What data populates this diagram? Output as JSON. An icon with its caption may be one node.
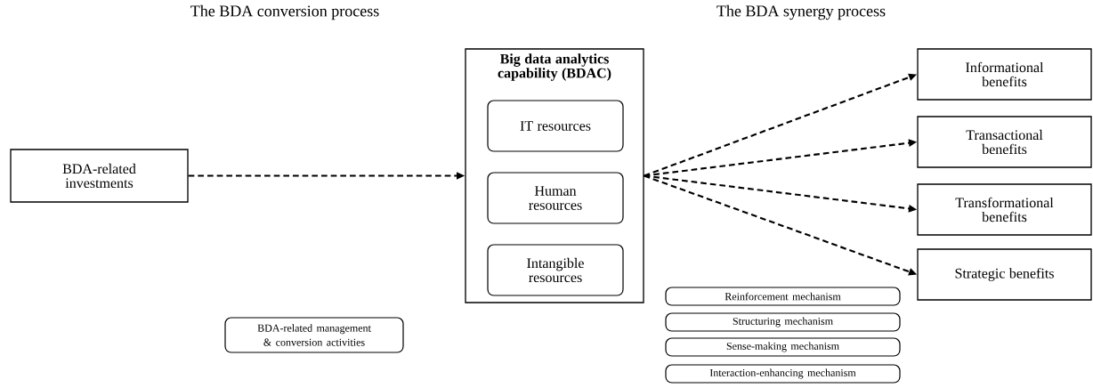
{
  "diagram": {
    "nodes": [
      {
        "text": [
          "BDA-related investments"
        ]
      },
      {
        "text": [
          "Big data analytics capability (BDAC)"
        ]
      },
      {
        "text": [
          "IT resources"
        ],
        "in": 1
      },
      {
        "text": [
          "Human resources"
        ],
        "in": 1
      },
      {
        "text": [
          "Intangible resources"
        ],
        "in": 1
      },
      {
        "text": [
          "Informational benefits"
        ]
      },
      {
        "text": [
          "Transactional benefits"
        ]
      },
      {
        "text": [
          "Transformational benefits"
        ]
      },
      {
        "text": [
          "Strategic benefits"
        ]
      },
      {
        "text": [
          "BDA-related management & conversion activities"
        ]
      },
      {
        "text": [
          "Reinforcement mechanism"
        ]
      },
      {
        "text": [
          "Structuring mechanism"
        ]
      },
      {
        "text": [
          "Sense-making mechanism"
        ]
      },
      {
        "text": [
          "Interaction-enhancing mechanism"
        ]
      }
    ],
    "edges": [
      {
        "from": 0,
        "to": 1,
        "arrow": "to",
        "style": "dashed"
      },
      {
        "from": 1,
        "to": 5,
        "arrow": "to",
        "style": "dashed"
      },
      {
        "from": 1,
        "to": 6,
        "arrow": "to",
        "style": "dashed"
      },
      {
        "from": 1,
        "to": 7,
        "arrow": "to",
        "style": "dashed"
      },
      {
        "from": 1,
        "to": 8,
        "arrow": "to",
        "style": "dashed"
      }
    ],
    "labels": [
      "The BDA conversion process",
      "The BDA synergy process"
    ]
  }
}
